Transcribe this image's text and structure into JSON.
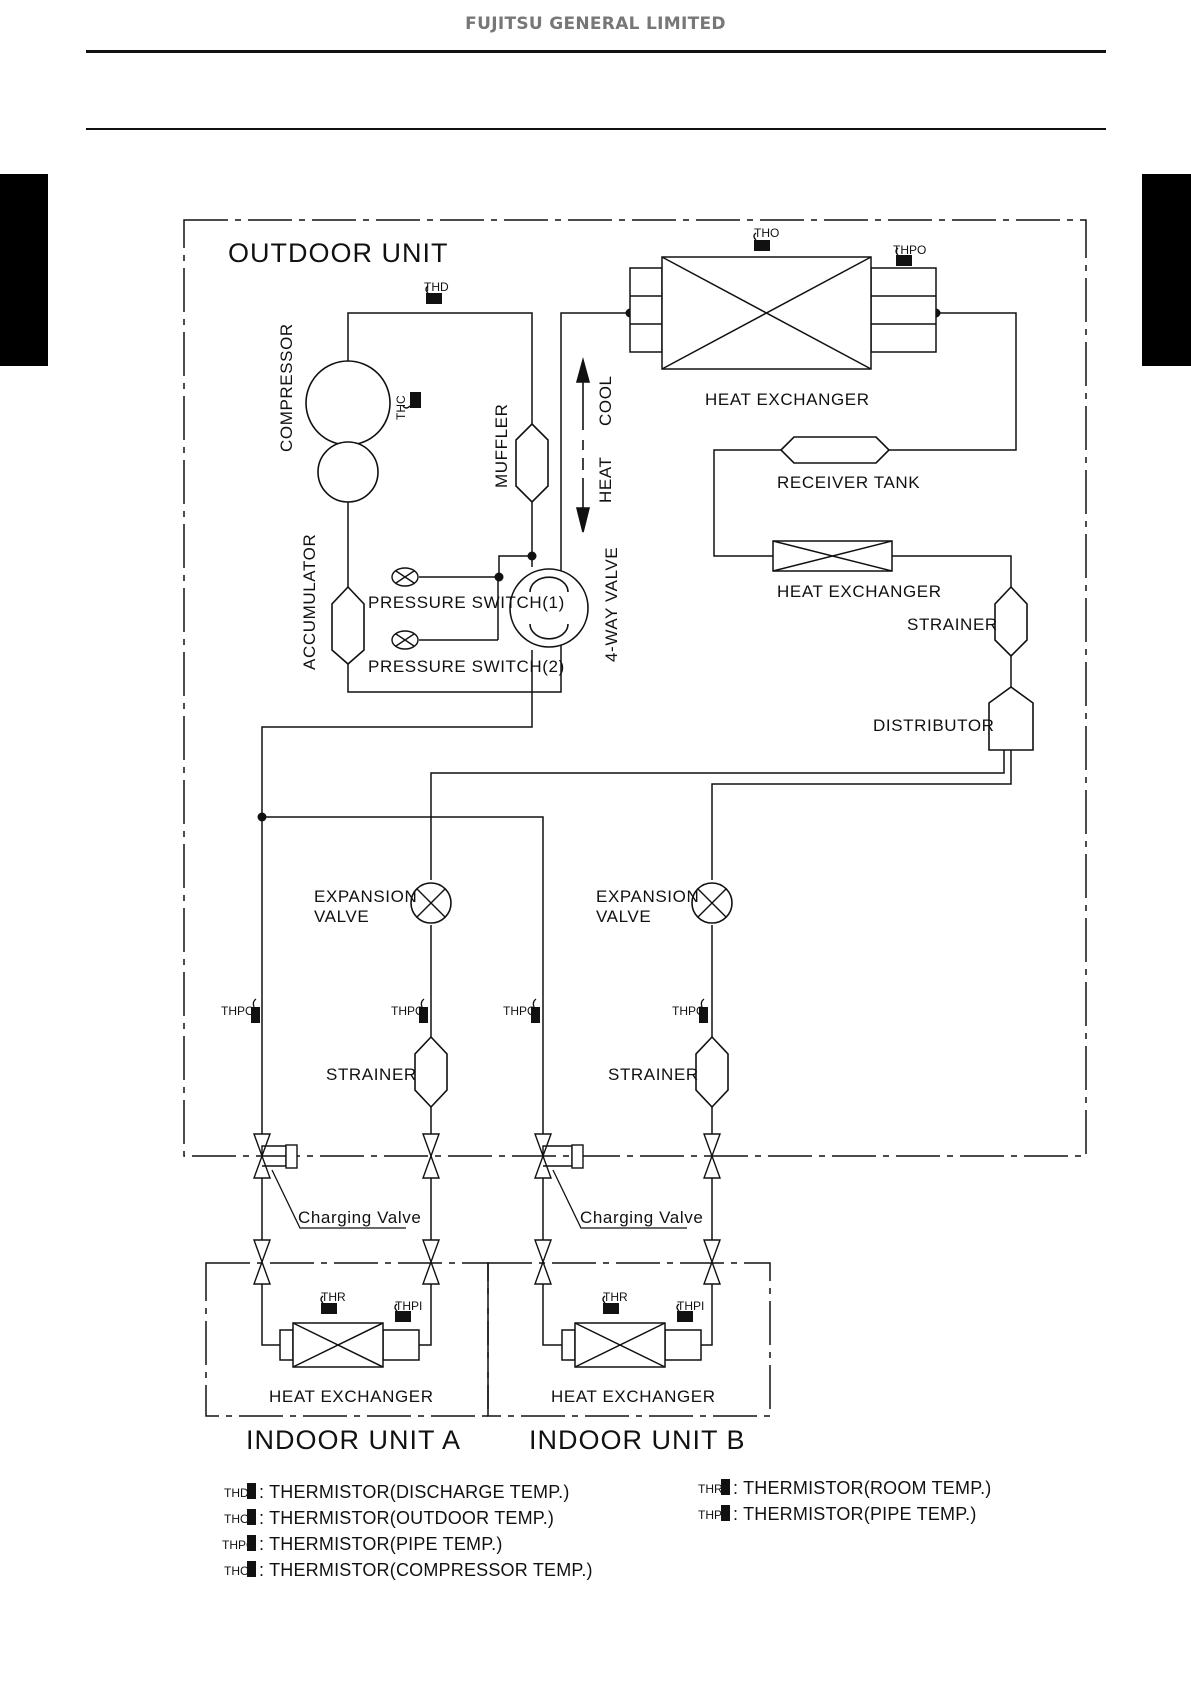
{
  "header": {
    "company": "FUJITSU GENERAL LIMITED"
  },
  "diagram": {
    "outdoor_unit": "OUTDOOR UNIT",
    "indoor_unit_a": "INDOOR UNIT A",
    "indoor_unit_b": "INDOOR UNIT B",
    "compressor": "COMPRESSOR",
    "accumulator": "ACCUMULATOR",
    "muffler": "MUFFLER",
    "four_way_valve": "4-WAY VALVE",
    "cool": "COOL",
    "heat": "HEAT",
    "heat_exchanger": "HEAT EXCHANGER",
    "receiver_tank": "RECEIVER TANK",
    "strainer": "STRAINER",
    "distributor": "DISTRIBUTOR",
    "pressure_switch_1": "PRESSURE SWITCH(1)",
    "pressure_switch_2": "PRESSURE SWITCH(2)",
    "expansion_valve_line1": "EXPANSION",
    "expansion_valve_line2": "VALVE",
    "charging_valve": "Charging Valve",
    "th_d": "THD",
    "th_o": "THO",
    "th_po": "THPO",
    "th_c": "THC",
    "th_r": "THR",
    "th_pi": "THPI"
  },
  "legend": {
    "left": [
      {
        "tag": "THD",
        "desc": ": THERMISTOR(DISCHARGE TEMP.)"
      },
      {
        "tag": "THO",
        "desc": ": THERMISTOR(OUTDOOR TEMP.)"
      },
      {
        "tag": "THPO",
        "desc": ": THERMISTOR(PIPE TEMP.)"
      },
      {
        "tag": "THC",
        "desc": ": THERMISTOR(COMPRESSOR TEMP.)"
      }
    ],
    "right": [
      {
        "tag": "THR",
        "desc": ": THERMISTOR(ROOM TEMP.)"
      },
      {
        "tag": "THPI",
        "desc": ": THERMISTOR(PIPE TEMP.)"
      }
    ]
  },
  "colors": {
    "ink": "#111111",
    "header_gray": "#777777"
  }
}
